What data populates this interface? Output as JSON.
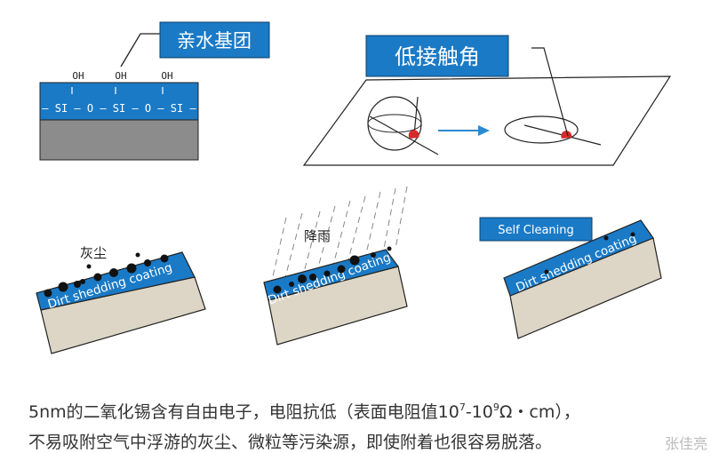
{
  "labels": {
    "hydrophilic": "亲水基团",
    "low_contact_angle": "低接触角",
    "dust": "灰尘",
    "rain": "降雨",
    "self_cleaning": "Self Cleaning",
    "coating": "Dirt shedding coating"
  },
  "molecule": {
    "oh": [
      "OH",
      "OH",
      "OH"
    ],
    "chain": "– SI – O – SI – O – SI –"
  },
  "caption": {
    "line1_pre": "5nm的二氧化锡含有自由电子，电阻抗低（表面电阻值10",
    "exp1": "7",
    "mid": "-10",
    "exp2": "9",
    "line1_post": "Ω・cm），",
    "line2": "不易吸附空气中浮游的灰尘、微粒等污染源，即使附着也很容易脱落。"
  },
  "watermark": "张佳亮",
  "colors": {
    "blue": "#1a7ac6",
    "gray": "#8c8c8c",
    "substrate": "#ddd6c6",
    "drop": "#d42b2b",
    "arrow": "#2b8ad0"
  }
}
